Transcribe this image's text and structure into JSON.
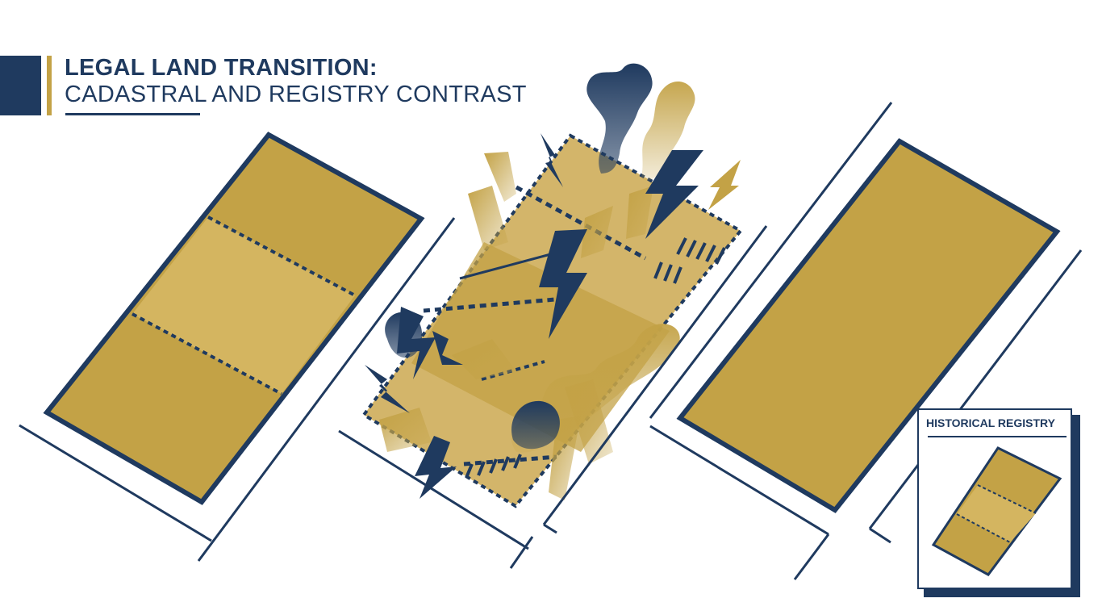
{
  "header": {
    "title_line1": "LEGAL LAND TRANSITION:",
    "title_line2": "CADASTRAL AND REGISTRY CONTRAST"
  },
  "inset": {
    "label": "HISTORICAL REGISTRY"
  },
  "colors": {
    "navy": "#1f3a5f",
    "gold": "#c3a246",
    "gold_light": "#d4b560",
    "gold_strip": "#d9bd6c",
    "white": "#ffffff"
  },
  "icons": [
    "lightning-bolt-icon",
    "smoke-plume-icon"
  ]
}
